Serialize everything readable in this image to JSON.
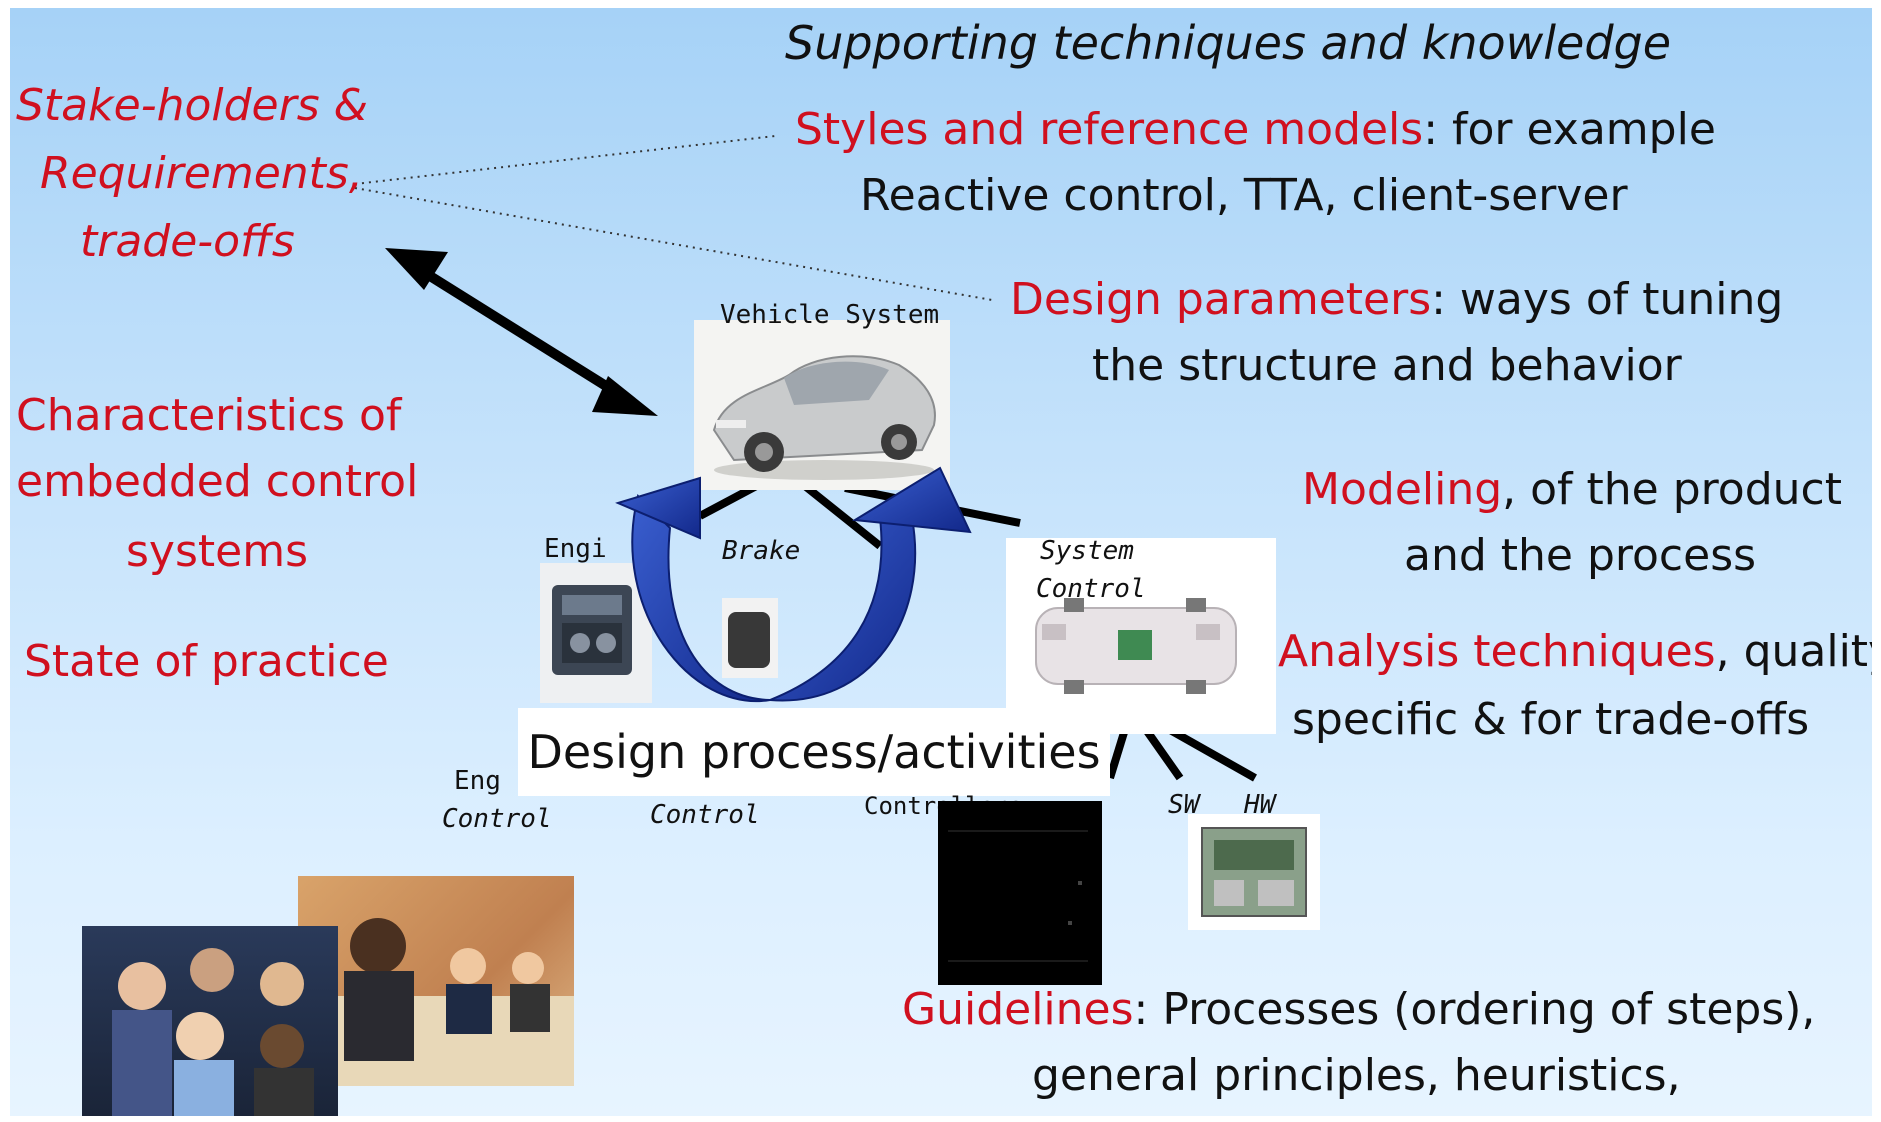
{
  "title": "Supporting techniques and knowledge",
  "left": {
    "stakeholders": [
      "Stake-holders &",
      "Requirements,",
      "trade-offs"
    ],
    "characteristics": [
      "Characteristics of",
      "embedded control",
      "systems"
    ],
    "state": "State of practice"
  },
  "right": {
    "styles": {
      "key": "Styles and reference models",
      "rest": ": for example",
      "line2": "Reactive control, TTA, client-server"
    },
    "params": {
      "key": "Design parameters",
      "rest": ": ways of tuning",
      "line2": "the structure and behavior"
    },
    "modeling": {
      "key": "Modeling",
      "rest": ", of the product",
      "line2": "and the process"
    },
    "analysis": {
      "key": "Analysis techniques",
      "rest": ", quality",
      "line2": "specific & for trade-offs"
    },
    "guidelines": {
      "key": "Guidelines",
      "rest": ": Processes (ordering of steps),",
      "line2": "general principles, heuristics,"
    }
  },
  "diagram": {
    "vehicle_system": "Vehicle System",
    "engine": "Engi",
    "brake": "Brake",
    "system_control_1": "System",
    "system_control_2": "Control",
    "eng_control_1": "Eng",
    "eng_control_2": "Control",
    "brake_control": "Control",
    "controllers": "Controllers ..",
    "sw": "SW",
    "hw": "HW",
    "design_process": "Design process/activities"
  },
  "colors": {
    "accent_red": "#d0101f",
    "arrow_blue": "#1f3fb0",
    "background": "#b8dcf9"
  }
}
